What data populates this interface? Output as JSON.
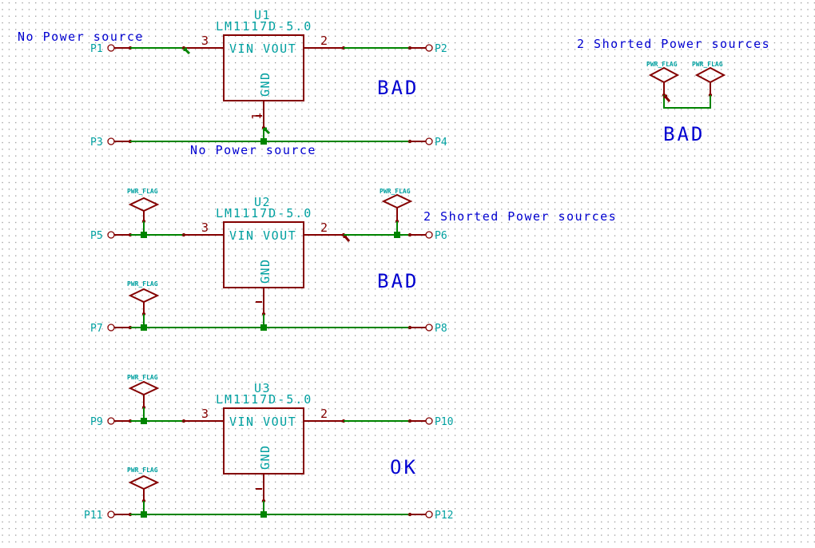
{
  "app": {
    "type": "schematic-editor-canvas"
  },
  "colors": {
    "wire": "#008400",
    "component": "#840000",
    "label": "#00a0a0",
    "note": "#0000d0",
    "grid_dot": "#848484",
    "background": "#ffffff"
  },
  "regulators": [
    {
      "ref": "U1",
      "value": "LM1117D-5.0",
      "pin_names": "VIN VOUT",
      "gnd_name": "GND",
      "pin_in": "3",
      "pin_out": "2",
      "pin_gnd": "1"
    },
    {
      "ref": "U2",
      "value": "LM1117D-5.0",
      "pin_names": "VIN VOUT",
      "gnd_name": "GND",
      "pin_in": "3",
      "pin_out": "2",
      "pin_gnd": "1"
    },
    {
      "ref": "U3",
      "value": "LM1117D-5.0",
      "pin_names": "VIN VOUT",
      "gnd_name": "GND",
      "pin_in": "3",
      "pin_out": "2",
      "pin_gnd": "1"
    }
  ],
  "ports": {
    "p1": "P1",
    "p2": "P2",
    "p3": "P3",
    "p4": "P4",
    "p5": "P5",
    "p6": "P6",
    "p7": "P7",
    "p8": "P8",
    "p9": "P9",
    "p10": "P10",
    "p11": "P11",
    "p12": "P12"
  },
  "power_flag_label": "PWR_FLAG",
  "notes": {
    "no_power_top": "No Power source",
    "no_power_bottom": "No Power source",
    "shorted_right": "2 Shorted Power sources",
    "shorted_middle": "2 Shorted Power sources"
  },
  "statuses": {
    "block1": "BAD",
    "block2": "BAD",
    "block3": "OK",
    "block_right": "BAD"
  },
  "erc_markers": [
    {
      "location": "U1 pin 3 (VIN)",
      "severity": "warning",
      "color": "#008400"
    },
    {
      "location": "U1 pin 1 (GND)",
      "severity": "warning",
      "color": "#008400"
    },
    {
      "location": "U2 pin 2 (VOUT)",
      "severity": "error",
      "color": "#840000"
    },
    {
      "location": "PWR_FLAG pair",
      "severity": "error",
      "color": "#840000"
    }
  ]
}
